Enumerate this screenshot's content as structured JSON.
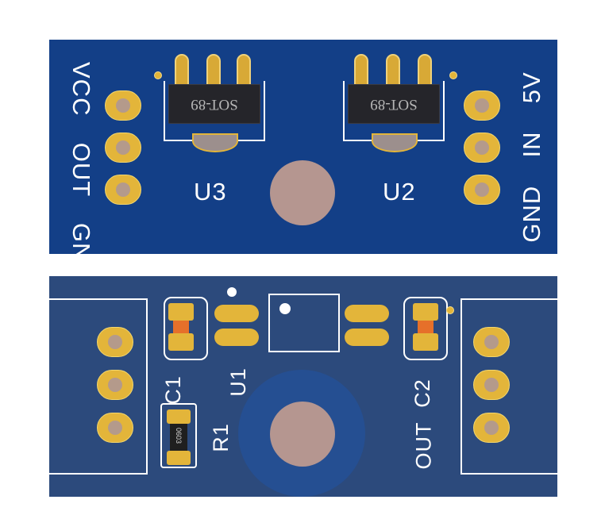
{
  "top_board": {
    "left_header_labels": [
      "VCC",
      "OUT",
      "GND"
    ],
    "right_header_labels": [
      "5V",
      "IN",
      "GND"
    ],
    "chip_u3": {
      "marking": "SOT-89",
      "designator": "U3"
    },
    "chip_u2": {
      "marking": "SOT-89",
      "designator": "U2"
    }
  },
  "bottom_board": {
    "u1_label": "U1",
    "c1_label": "C1",
    "r1_label": "R1",
    "r1_marking": "0603",
    "c2_label": "C2",
    "out_label": "OUT"
  },
  "colors": {
    "top_board": "#133f87",
    "bottom_board": "#2c4a7c",
    "pad_gold": "#e3b53a",
    "silkscreen": "#ffffff",
    "mount_hole": "#b59690"
  }
}
